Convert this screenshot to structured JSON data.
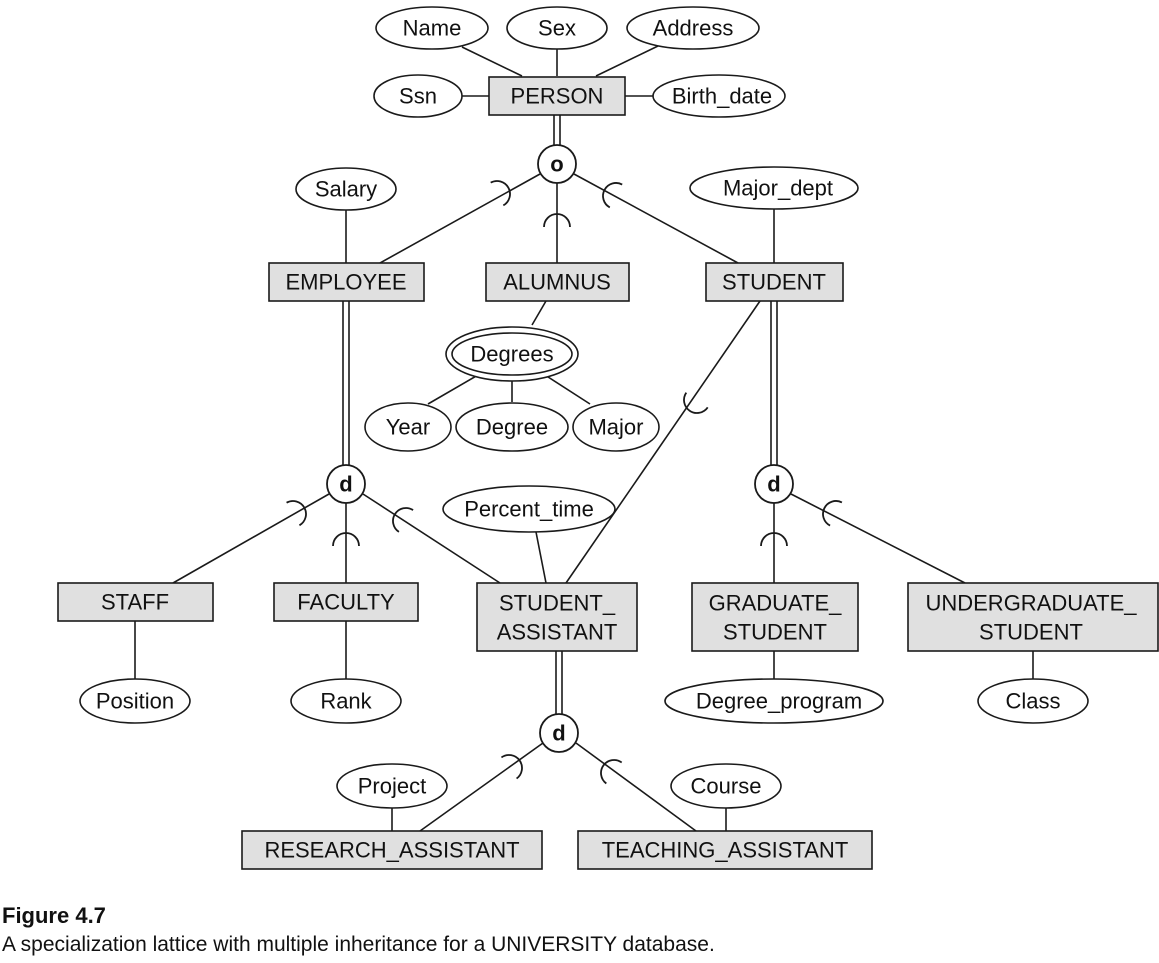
{
  "figure": {
    "title": "Figure 4.7",
    "caption": "A specialization lattice with multiple inheritance for a UNIVERSITY database."
  },
  "entities": {
    "person": "PERSON",
    "employee": "EMPLOYEE",
    "alumnus": "ALUMNUS",
    "student": "STUDENT",
    "staff": "STAFF",
    "faculty": "FACULTY",
    "student_assistant": [
      "STUDENT_",
      "ASSISTANT"
    ],
    "graduate_student": [
      "GRADUATE_",
      "STUDENT"
    ],
    "undergraduate_student": [
      "UNDERGRADUATE_",
      "STUDENT"
    ],
    "research_assistant": "RESEARCH_ASSISTANT",
    "teaching_assistant": "TEACHING_ASSISTANT"
  },
  "attributes": {
    "name": "Name",
    "sex": "Sex",
    "address": "Address",
    "ssn": "Ssn",
    "birth_date": "Birth_date",
    "salary": "Salary",
    "major_dept": "Major_dept",
    "degrees": "Degrees",
    "year": "Year",
    "degree": "Degree",
    "major": "Major",
    "percent_time": "Percent_time",
    "position": "Position",
    "rank": "Rank",
    "degree_program": "Degree_program",
    "class": "Class",
    "project": "Project",
    "course": "Course"
  },
  "specializations": {
    "person": "o",
    "employee": "d",
    "student": "d",
    "student_assistant": "d"
  },
  "colors": {
    "entity_fill": "#e0e0e0",
    "stroke": "#1a1a1a",
    "background": "#ffffff"
  }
}
